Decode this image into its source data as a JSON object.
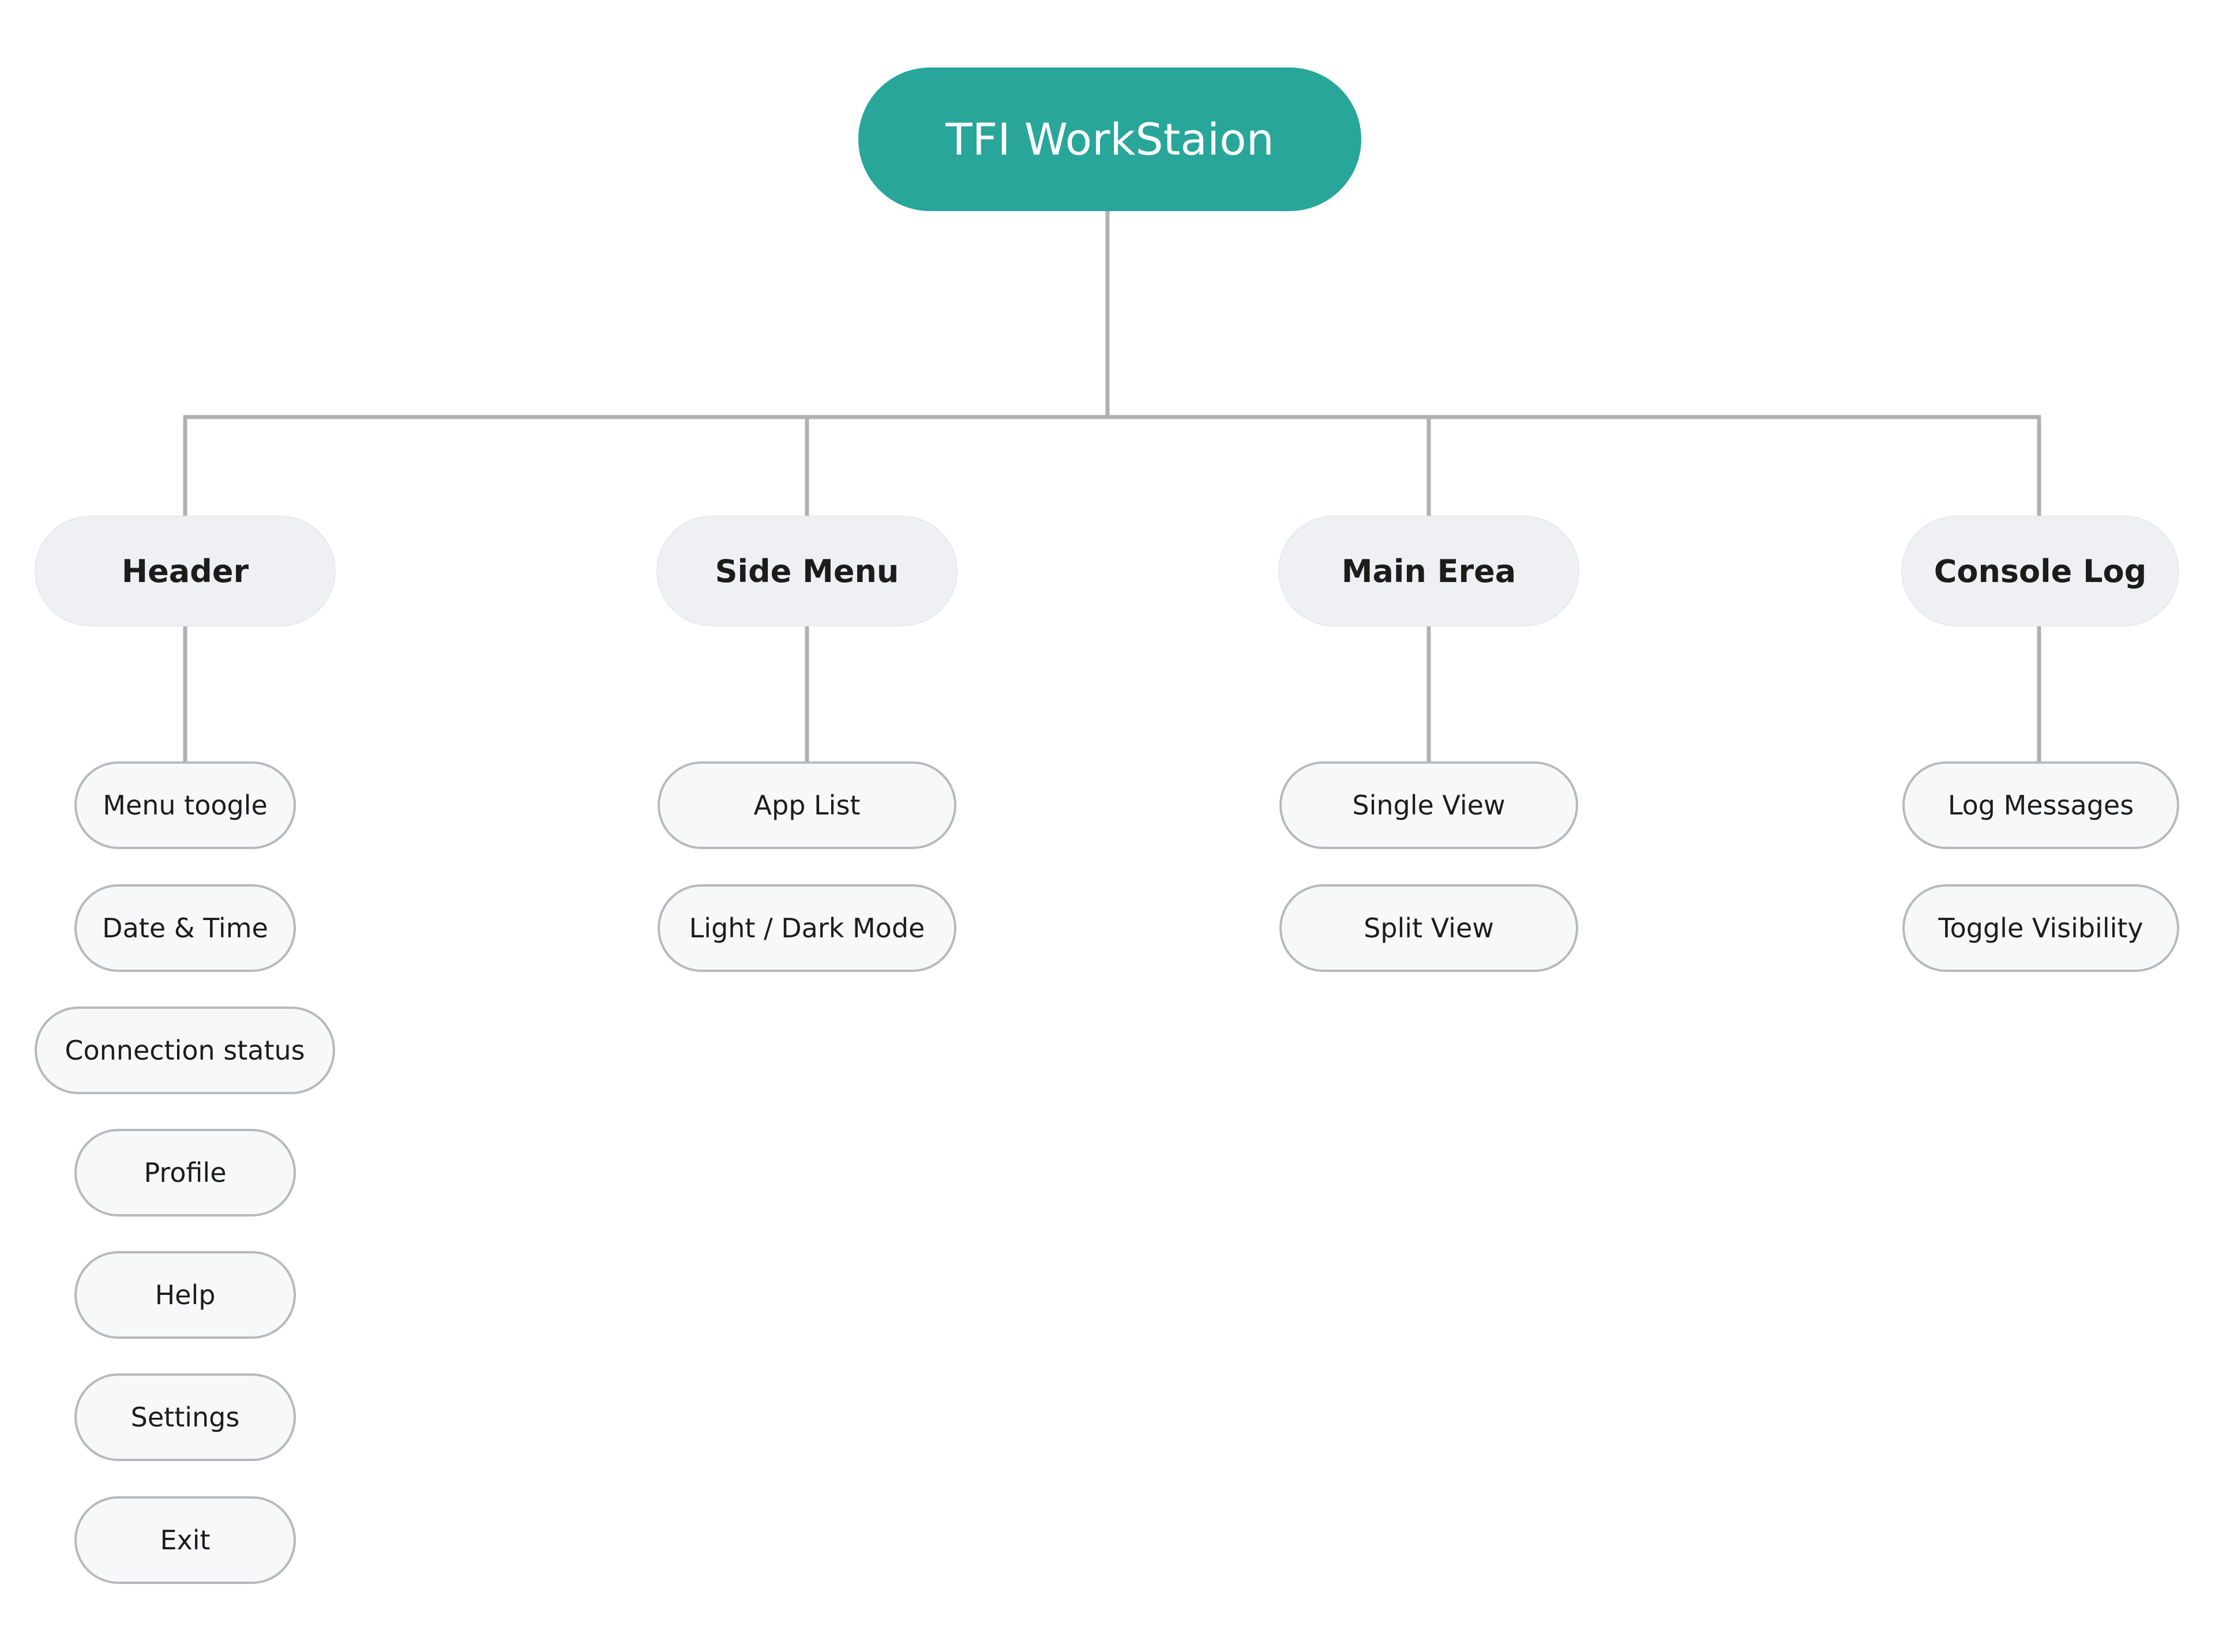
{
  "diagram": {
    "root": {
      "label": "TFI WorkStaion",
      "color": "#28a69a"
    },
    "groups": [
      {
        "label": "Header",
        "items": [
          "Menu toogle",
          "Date & Time",
          "Connection status",
          "Profile",
          "Help",
          "Settings",
          "Exit"
        ]
      },
      {
        "label": "Side Menu",
        "items": [
          "App List",
          "Light / Dark Mode"
        ]
      },
      {
        "label": "Main Erea",
        "items": [
          "Single View",
          "Split View"
        ]
      },
      {
        "label": "Console Log",
        "items": [
          "Log Messages",
          "Toggle Visibility"
        ]
      }
    ],
    "colors": {
      "connector": "#b0b0b0",
      "group_fill": "#eff0f4",
      "leaf_fill": "#f7f8fa",
      "leaf_border": "#b8b8bd"
    }
  }
}
